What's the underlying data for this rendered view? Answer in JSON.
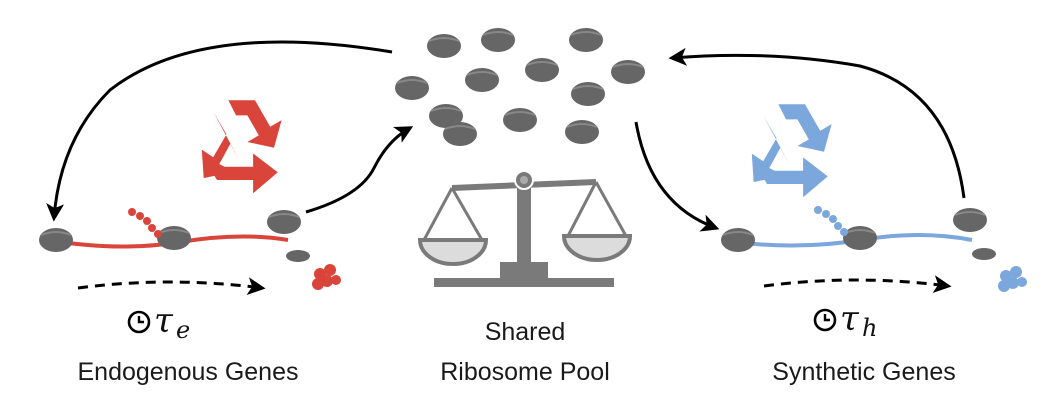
{
  "labels": {
    "endogenous": "Endogenous Genes",
    "pool_line1": "Shared",
    "pool_line2": "Ribosome Pool",
    "synthetic": "Synthetic Genes"
  },
  "timers": {
    "endogenous_symbol": "τ",
    "endogenous_subscript": "e",
    "synthetic_symbol": "τ",
    "synthetic_subscript": "h"
  },
  "colors": {
    "endogenous": "#d9453b",
    "synthetic": "#7ba7dc",
    "ribosome": "#666666",
    "scale": "#7a7a7a",
    "arrow": "#000000"
  },
  "icons": {
    "recycle_left": "recycle-icon",
    "recycle_right": "recycle-icon",
    "scale": "balance-scale-icon",
    "clock_left": "clock-icon",
    "clock_right": "clock-icon"
  }
}
